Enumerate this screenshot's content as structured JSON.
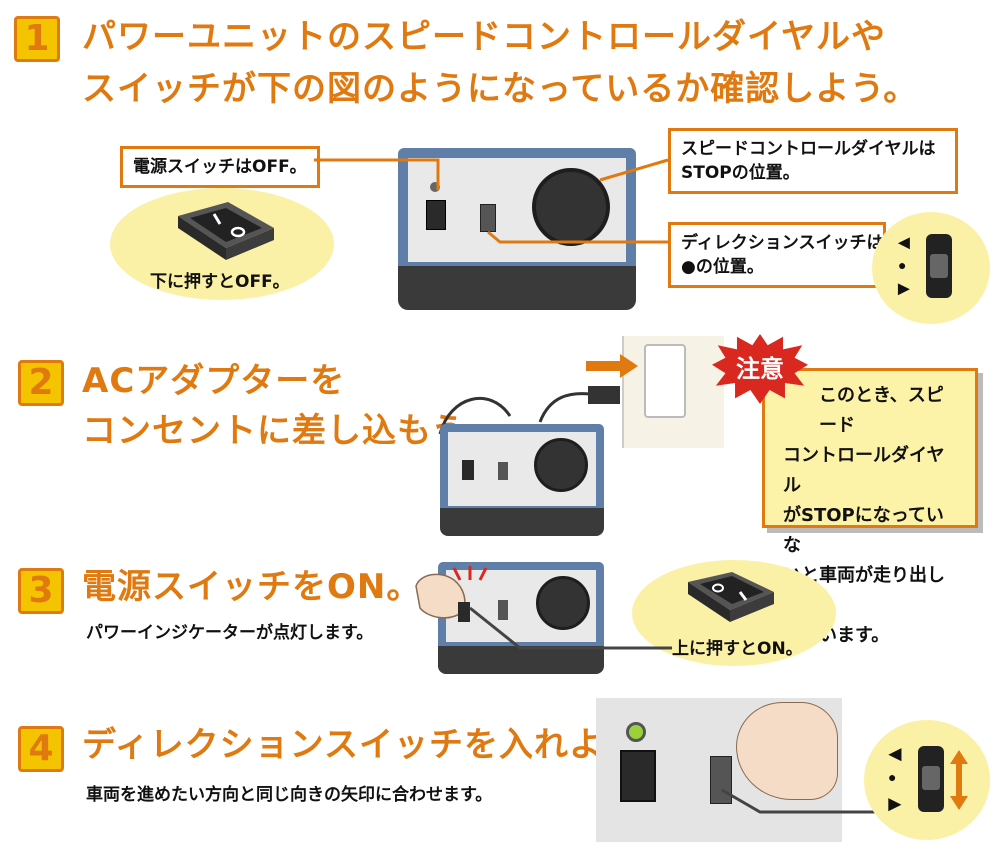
{
  "steps": [
    {
      "number": "1",
      "heading_line1": "パワーユニットのスピードコントロールダイヤルや",
      "heading_line2": "スイッチが下の図のようになっているか確認しよう。",
      "callouts": {
        "power_switch": "電源スイッチはOFF。",
        "speed_dial_line1": "スピードコントロールダイヤルは",
        "speed_dial_line2": "STOPの位置。",
        "direction_line1": "ディレクションスイッチは",
        "direction_line2": "●の位置。"
      },
      "off_caption": "下に押すとOFF。",
      "symbol_arrow_left": "◄",
      "symbol_dot": "●",
      "symbol_arrow_right": "►"
    },
    {
      "number": "2",
      "heading_line1": "ACアダプターを",
      "heading_line2": "コンセントに差し込もう。",
      "warning_label": "注意",
      "warning_lines": [
        "このとき、スピード",
        "コントロールダイヤル",
        "がSTOPになっていな",
        "いと車両が走り出して",
        "しまいます。"
      ]
    },
    {
      "number": "3",
      "heading": "電源スイッチをON。",
      "subtext": "パワーインジケーターが点灯します。",
      "on_caption": "上に押すとON。"
    },
    {
      "number": "4",
      "heading": "ディレクションスイッチを入れよう。",
      "subtext": "車両を進めたい方向と同じ向きの矢印に合わせます。",
      "symbol_arrow_left": "◄",
      "symbol_dot": "●",
      "symbol_arrow_right": "►"
    }
  ],
  "colors": {
    "accent": "#e07a10",
    "badge": "#f5c400",
    "note_bg": "#fdf3a8",
    "ellipse_bg": "#fbf1a6",
    "warning_red": "#d9281f",
    "unit_body": "#5f7fa8",
    "unit_base": "#3a3a3a",
    "unit_panel": "#e9e9e9"
  }
}
